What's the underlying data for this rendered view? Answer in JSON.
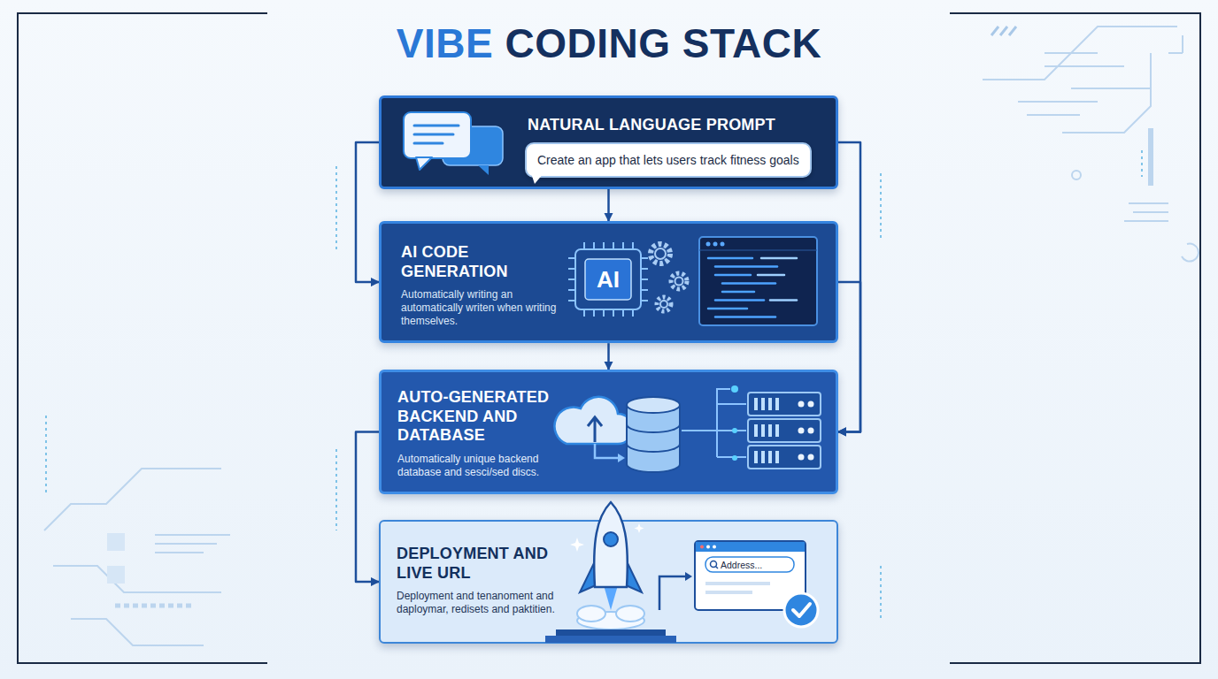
{
  "diagram": {
    "title": "VIBE CODING STACK",
    "nodes": [
      {
        "text": [
          "NATURAL LANGUAGE PROMPT"
        ]
      },
      {
        "text": [
          "Create an app that lets users track fitness goals"
        ],
        "in": 0
      },
      {
        "text": [
          "AI CODE GENERATION",
          "Automatically writing an automatically writen when writing themselves."
        ]
      },
      {
        "text": [
          "AUTO-GENERATED BACKEND AND DATABASE",
          "Automatically unique backend database and sesci/sed discs."
        ]
      },
      {
        "text": [
          "DEPLOYMENT AND LIVE URL",
          "Deployment and tenanoment and daploymar, redisets and paktitien."
        ]
      }
    ],
    "edges": [
      {
        "from": 0,
        "to": 2,
        "arrow": "to"
      },
      {
        "from": 0,
        "to": 2,
        "arrow": "to"
      },
      {
        "from": 0,
        "to": 3,
        "arrow": "to"
      },
      {
        "from": 2,
        "to": 3,
        "arrow": "to"
      },
      {
        "from": 2,
        "to": 3,
        "arrow": "to"
      },
      {
        "from": 3,
        "to": 4,
        "arrow": "to"
      }
    ],
    "labels": [
      "AI",
      "Address..."
    ]
  }
}
